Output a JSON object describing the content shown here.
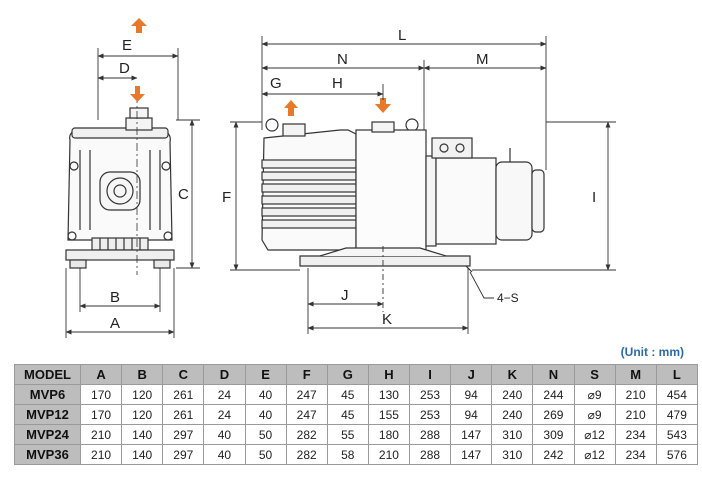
{
  "diagram": {
    "front_view_labels": {
      "E": "E",
      "D": "D",
      "C": "C",
      "B": "B",
      "A": "A"
    },
    "side_view_labels": {
      "L": "L",
      "N": "N",
      "M": "M",
      "G": "G",
      "H": "H",
      "F": "F",
      "I": "I",
      "J": "J",
      "K": "K",
      "S": "4−S"
    },
    "colors": {
      "arrow": "#e8782a",
      "line": "#333333",
      "table_header": "#bdbdbd"
    }
  },
  "unit_note": "(Unit : mm)",
  "table": {
    "headers": [
      "MODEL",
      "A",
      "B",
      "C",
      "D",
      "E",
      "F",
      "G",
      "H",
      "I",
      "J",
      "K",
      "N",
      "S",
      "M",
      "L"
    ],
    "rows": [
      [
        "MVP6",
        "170",
        "120",
        "261",
        "24",
        "40",
        "247",
        "45",
        "130",
        "253",
        "94",
        "240",
        "244",
        "⌀9",
        "210",
        "454"
      ],
      [
        "MVP12",
        "170",
        "120",
        "261",
        "24",
        "40",
        "247",
        "45",
        "155",
        "253",
        "94",
        "240",
        "269",
        "⌀9",
        "210",
        "479"
      ],
      [
        "MVP24",
        "210",
        "140",
        "297",
        "40",
        "50",
        "282",
        "55",
        "180",
        "288",
        "147",
        "310",
        "309",
        "⌀12",
        "234",
        "543"
      ],
      [
        "MVP36",
        "210",
        "140",
        "297",
        "40",
        "50",
        "282",
        "58",
        "210",
        "288",
        "147",
        "310",
        "242",
        "⌀12",
        "234",
        "576"
      ]
    ]
  }
}
